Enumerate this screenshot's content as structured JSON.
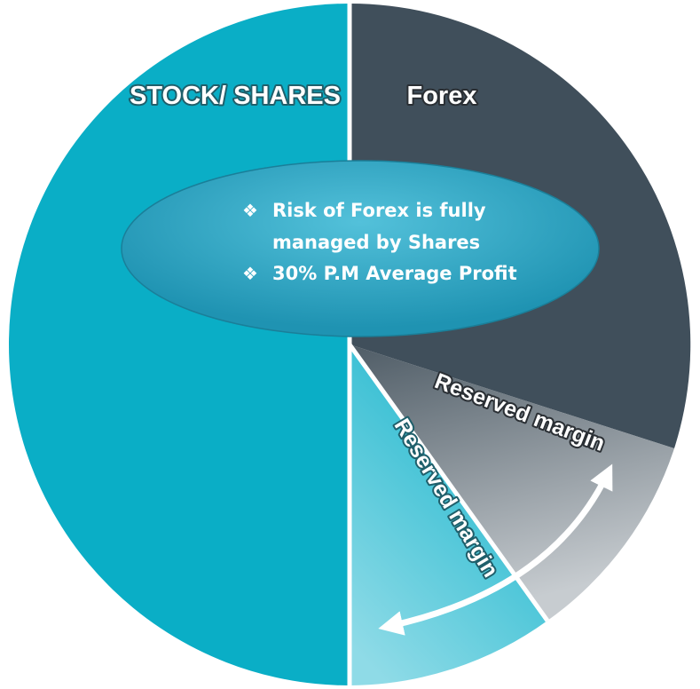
{
  "segments": {
    "stock_label": "STOCK/ SHARES",
    "forex_label": "Forex",
    "reserved_forex_label": "Reserved margin",
    "reserved_stock_label": "Reserved margin"
  },
  "callout": {
    "bullet_symbol": "❖",
    "line1": "Risk of Forex is fully",
    "line2": "managed by Shares",
    "line3": "30% P.M Average Profit"
  },
  "colors": {
    "stock": "#0aaec6",
    "forex": "#404f5b",
    "bubble": "#2ea6c2"
  }
}
